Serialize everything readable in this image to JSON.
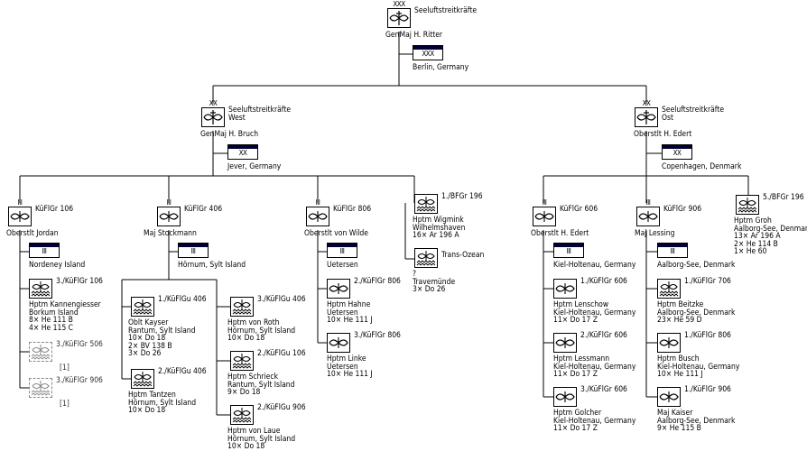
{
  "top": {
    "echelon": "XXX",
    "unit": "Seeluftstreitkräfte",
    "commander": "GenMaj  H. Ritter",
    "hq_echelon": "XXX",
    "hq_location": "Berlin, Germany"
  },
  "west": {
    "echelon": "XX",
    "unit": "Seeluftstreitkräfte West",
    "unit_line1": "Seeluftstreitkräfte",
    "unit_line2": "West",
    "commander": "GenMaj  H. Bruch",
    "hq_echelon": "XX",
    "hq_location": "Jever, Germany"
  },
  "ost": {
    "echelon": "XX",
    "unit": "Seeluftstreitkräfte Ost",
    "unit_line1": "Seeluftstreitkräfte",
    "unit_line2": "Ost",
    "commander": "Oberstlt  H. Edert",
    "hq_echelon": "XX",
    "hq_location": "Copenhagen, Denmark"
  },
  "kfg106": {
    "echelon": "III",
    "unit": "KüFlGr 106",
    "commander": "Oberstlt  Jordan",
    "hq_echelon": "III",
    "hq_location": "Nordeney Island",
    "staffel3": {
      "unit": "3./KüFlGr 106",
      "lines": [
        "Hptm  Kannengiesser",
        "Borkum Island",
        "8× He 111 B",
        "4× He 115 C"
      ]
    },
    "staffel3_506": {
      "unit": "3./KüFlGr 506",
      "lines": [
        "[1]"
      ]
    },
    "staffel3_906": {
      "unit": "3./KüFlGr 906",
      "lines": [
        "[1]"
      ]
    }
  },
  "kfg406": {
    "echelon": "III",
    "unit": "KüFlGr 406",
    "commander": "Maj  Stockmann",
    "hq_echelon": "III",
    "hq_location": "Hörnum, Sylt Island",
    "s1": {
      "unit": "1./KüFlGu 406",
      "lines": [
        "Oblt  Kayser",
        "Rantum, Sylt Island",
        "10× Do 18",
        "2× BV 138 B",
        "3× Do 26"
      ]
    },
    "s2": {
      "unit": "2./KüFlGu 406",
      "lines": [
        "Hptm  Tantzen",
        "Hörnum, Sylt Island",
        "10× Do 18"
      ]
    },
    "s3": {
      "unit": "3./KüFlGu 406",
      "lines": [
        "Hptm  von Roth",
        "Hörnum, Sylt Island",
        "10× Do 18"
      ]
    },
    "s2_106": {
      "unit": "2./KüFlGu 106",
      "lines": [
        "Hptm  Schrieck",
        "Rantum, Sylt Island",
        "9× Do 18"
      ]
    },
    "s2_906": {
      "unit": "2./KüFlGu 906",
      "lines": [
        "Hptm  von Laue",
        "Hörnum, Sylt Island",
        "10× Do 18"
      ]
    }
  },
  "kfg806": {
    "echelon": "III",
    "unit": "KüFlGr 806",
    "commander": "Oberstlt  von Wilde",
    "hq_echelon": "III",
    "hq_location": "Uetersen",
    "s2": {
      "unit": "2./KüFlGr 806",
      "lines": [
        "Hptm  Hahne",
        "Uetersen",
        "10× He 111 J"
      ]
    },
    "s3": {
      "unit": "3./KüFlGr 806",
      "lines": [
        "Hptm  Linke",
        "Uetersen",
        "10× He 111 J"
      ]
    }
  },
  "bfgr196": {
    "unit": "1./BFGr 196",
    "lines": [
      "Hptm  Wigmink",
      "Wilhelmshaven",
      "16× Ar 196 A"
    ],
    "trans": {
      "unit": "Trans-Ozean",
      "lines": [
        "?",
        "Travemünde",
        "3× Do 26"
      ]
    }
  },
  "kfg606": {
    "echelon": "III",
    "unit": "KüFlGr 606",
    "commander": "Oberstlt  H. Edert",
    "hq_echelon": "III",
    "hq_location": "Kiel-Holtenau, Germany",
    "s1": {
      "unit": "1./KüFlGr 606",
      "lines": [
        "Hptm  Lenschow",
        "Kiel-Holtenau, Germany",
        "11× Do 17 Z"
      ]
    },
    "s2": {
      "unit": "2./KüFlGr 606",
      "lines": [
        "Hptm  Lessmann",
        "Kiel-Holtenau, Germany",
        "11× Do 17 Z"
      ]
    },
    "s3": {
      "unit": "3./KüFlGr 606",
      "lines": [
        "Hptm  Golcher",
        "Kiel-Holtenau, Germany",
        "11× Do 17 Z"
      ]
    }
  },
  "kfg906": {
    "echelon": "III",
    "unit": "KüFlGr 906",
    "commander": "Maj  Lessing",
    "hq_echelon": "III",
    "hq_location": "Aalborg-See, Denmark",
    "s1_706": {
      "unit": "1./KüFlGr 706",
      "lines": [
        "Hptm  Beitzke",
        "Aalborg-See, Denmark",
        "23× He 59 D"
      ]
    },
    "s1_806": {
      "unit": "1./KüFlGr 806",
      "lines": [
        "Hptm  Busch",
        "Kiel-Holtenau, Germany",
        "10× He 111 J"
      ]
    },
    "s1_906": {
      "unit": "1./KüFlGr 906",
      "lines": [
        "Maj  Kaiser",
        "Aalborg-See, Denmark",
        "9× He 115 B"
      ]
    }
  },
  "bfgr196_5": {
    "unit": "5./BFGr 196",
    "lines": [
      "Hptm  Groh",
      "Aalborg-See, Denmark",
      "13× Ar 196 A",
      "2× He 114 B",
      "1× He 60"
    ]
  },
  "symbols": {
    "main": "anchor-icon",
    "group": "propeller-icon",
    "staffel_wave": "wave-icon",
    "staffel_prop": "propeller-icon",
    "hq": "hq-flag-icon"
  }
}
